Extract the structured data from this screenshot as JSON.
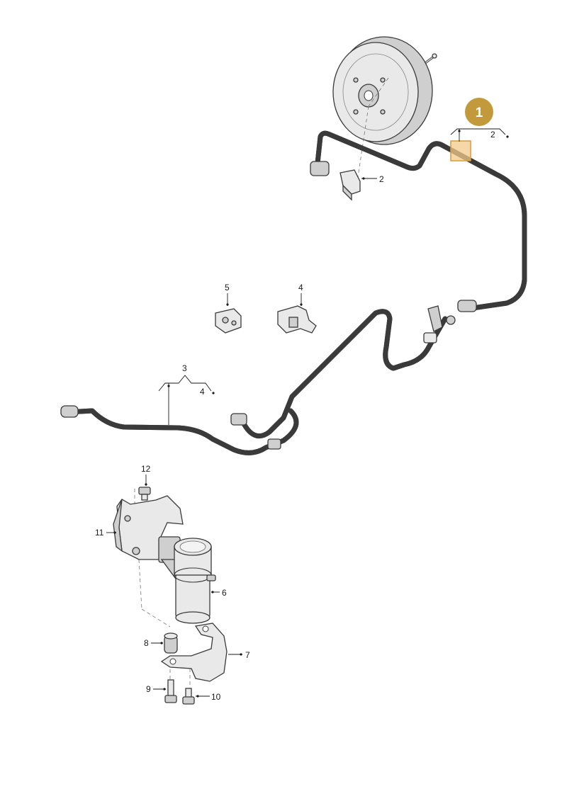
{
  "callouts": {
    "c1_badge": "1",
    "c2_top": "2",
    "c2_clip": "2",
    "c3": "3",
    "c4_sub": "4",
    "c4": "4",
    "c5": "5",
    "c6": "6",
    "c7": "7",
    "c8": "8",
    "c9": "9",
    "c10": "10",
    "c11": "11",
    "c12": "12"
  },
  "colors": {
    "badge": "#c39a3b",
    "highlight_fill": "#f3c98a",
    "highlight_stroke": "#d99a3a",
    "hose_outer": "#3a3a3a",
    "hose_inner": "#e6e6e6"
  }
}
